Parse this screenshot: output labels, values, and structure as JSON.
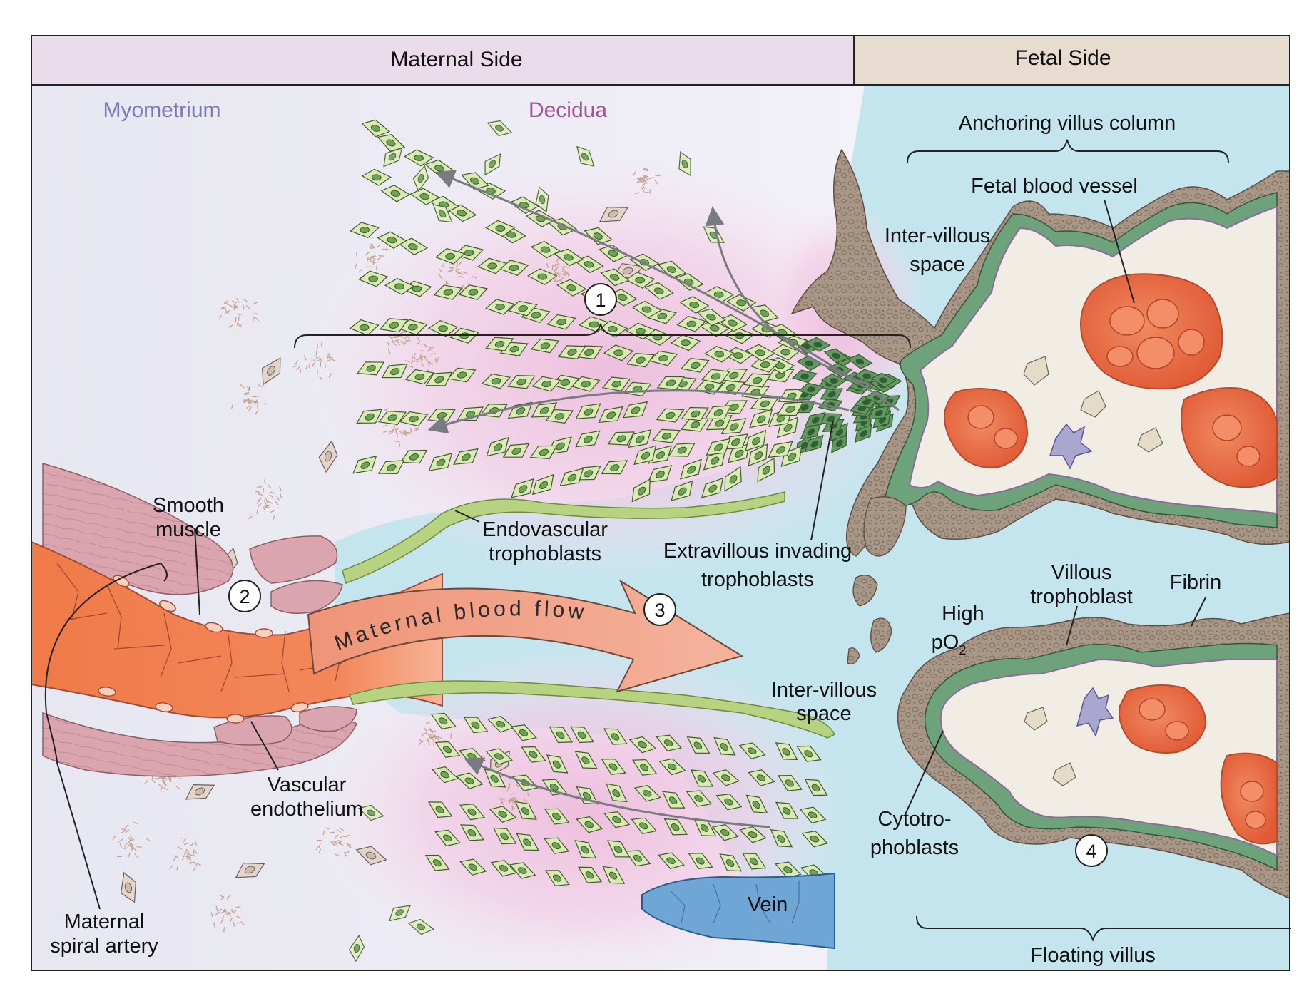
{
  "header": {
    "maternal_side": "Maternal Side",
    "fetal_side": "Fetal Side"
  },
  "regions": {
    "myometrium": "Myometrium",
    "decidua": "Decidua"
  },
  "labels": {
    "anchoring_villus_column": "Anchoring villus column",
    "fetal_blood_vessel": "Fetal blood vessel",
    "intervillous_space_top_1": "Inter-villous",
    "intervillous_space_top_2": "space",
    "intervillous_space_mid_1": "Inter-villous",
    "intervillous_space_mid_2": "space",
    "smooth_muscle_1": "Smooth",
    "smooth_muscle_2": "muscle",
    "endovascular_1": "Endovascular",
    "endovascular_2": "trophoblasts",
    "extravillous_1": "Extravillous invading",
    "extravillous_2": "trophoblasts",
    "villous_trophoblast_1": "Villous",
    "villous_trophoblast_2": "trophoblast",
    "fibrin": "Fibrin",
    "high": "High",
    "po2_main": "pO",
    "po2_sub": "2",
    "maternal_blood_flow": "Maternal blood flow",
    "vascular_endothelium_1": "Vascular",
    "vascular_endothelium_2": "endothelium",
    "cytotrophoblasts_1": "Cytotro-",
    "cytotrophoblasts_2": "phoblasts",
    "vein": "Vein",
    "maternal_spiral_artery_1": "Maternal",
    "maternal_spiral_artery_2": "spiral artery",
    "floating_villus": "Floating villus"
  },
  "markers": {
    "m1": "1",
    "m2": "2",
    "m3": "3",
    "m4": "4"
  },
  "colors": {
    "maternal_header": "#ebdcec",
    "fetal_header": "#e8dcd0",
    "fetal_bg": "#c4e5ee",
    "decidua_pink": "#f2cfe4",
    "myometrium_text": "#7a7ab8",
    "decidua_text": "#a5519a",
    "artery": "#f28a5a",
    "muscle": "#d9a3ad",
    "trophoblast": "#dbe9b4",
    "trophoblast_nucleus": "#5e9a52",
    "villus_stroma": "#f1ece4",
    "fibrin": "#a49485",
    "fetal_vessel": "#ea6d45",
    "vein": "#6fa6d6",
    "flow_arrow": "#f0a088"
  }
}
